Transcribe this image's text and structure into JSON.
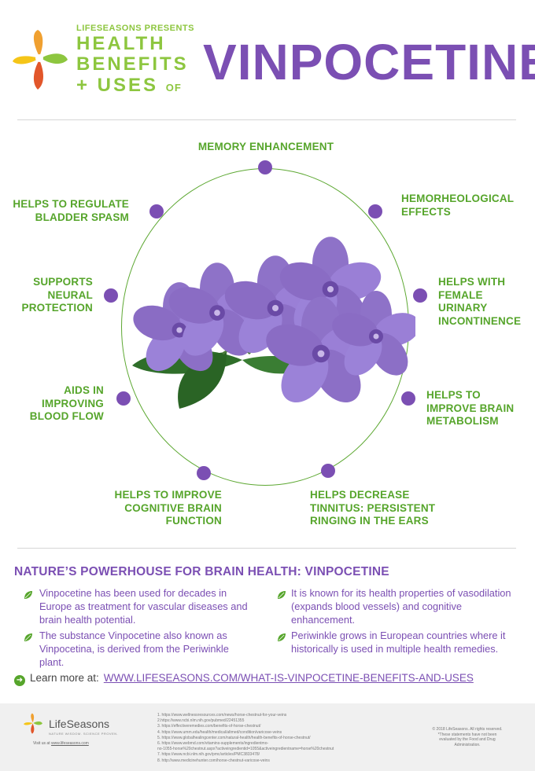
{
  "header": {
    "presents": "LIFESEASONS PRESENTS",
    "line1": "HEALTH",
    "line2": "BENEFITS",
    "line3": "+ USES",
    "of": "OF",
    "title": "VINPOCETINE"
  },
  "benefits": [
    "MEMORY ENHANCEMENT",
    "HEMORHEOLOGICAL\nEFFECTS",
    "HELPS WITH\nFEMALE\nURINARY\nINCONTINENCE",
    "HELPS TO\nIMPROVE BRAIN\nMETABOLISM",
    "HELPS DECREASE\nTINNITUS: PERSISTENT\nRINGING IN THE EARS",
    "HELPS TO IMPROVE\nCOGNITIVE BRAIN\nFUNCTION",
    "AIDS IN\nIMPROVING\nBLOOD FLOW",
    "SUPPORTS\nNEURAL\nPROTECTION",
    "HELPS TO REGULATE\nBLADDER SPASM"
  ],
  "section": {
    "title": "NATURE’S POWERHOUSE FOR BRAIN HEALTH:  VINPOCETINE",
    "bullets": [
      "Vinpocetine has been used for decades in\nEurope as treatment for vascular diseases and\nbrain health potential.",
      "It is known for its health properties of vasodilation\n(expands blood vessels) and cognitive\nenhancement.",
      "The substance Vinpocetine also known as\nVinpocetina, is derived from the Periwinkle\nplant.",
      "Periwinkle grows in European countries where it\nhistorically is used in multiple health remedies."
    ],
    "learn_label": "Learn more at:",
    "learn_link": "WWW.LIFESEASONS.COM/WHAT-IS-VINPOCETINE-BENEFITS-AND-USES"
  },
  "footer": {
    "brand": "LifeSeasons",
    "tagline": "NATURE WISDOM. SCIENCE PROVEN.",
    "visit_label": "Visit us at",
    "visit_link": "www.lifeseasons.com",
    "references": [
      "1. https://www.wellnessresources.com/news/horse-chestnut-for-your-veins",
      "2.https://www.ncbi.nlm.nih.gov/pubmed/22451355",
      "3. https://effectiveremedies.com/benefits-of-horse-chestnut/",
      "4. https://www.umm.edu/health/medical/altmed/condition/varicose-veins",
      "5. https://www.globalhealingcenter.com/natural-health/health-benefits-of-horse-chestnut/",
      "6. https://www.webmd.com/vitamins-supplements/ingredientmo-",
      "no-1055-horse%20chestnut.aspx?activeingredientid=1055&activeingredientname=horse%20chestnut",
      "7. https://www.ncbi.nlm.nih.gov/pmc/articles/PMC3833478/",
      "8. http://www.medicinehunter.com/horse-chestnut-varicose-veins"
    ],
    "copyright": "© 2018 LifeSeasons. All rights reserved.\n*These statements have not been\nevaluated by the Food and Drug\nAdministration."
  },
  "colors": {
    "purple": "#7b4fb3",
    "green": "#56a52b",
    "light_green": "#8dc63f"
  }
}
